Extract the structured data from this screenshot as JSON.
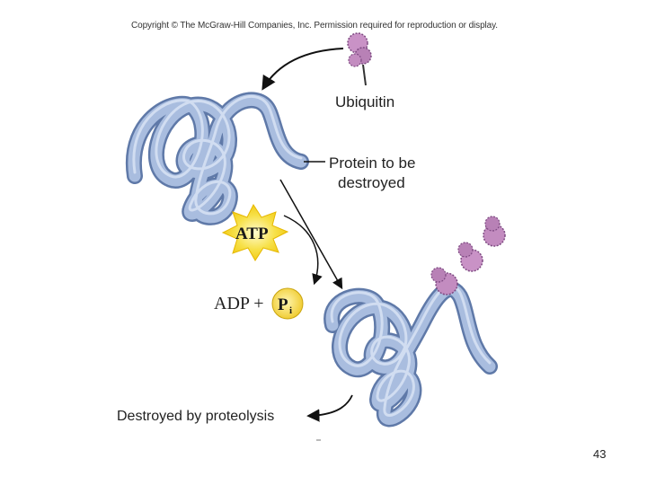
{
  "copyright": "Copyright © The McGraw-Hill Companies, Inc. Permission required for reproduction or display.",
  "labels": {
    "ubiquitin": "Ubiquitin",
    "protein_line1": "Protein to be",
    "protein_line2": "destroyed",
    "atp": "ATP",
    "adp_plus": "ADP  +",
    "pi_main": "P",
    "pi_sub": "i",
    "destroyed": "Destroyed by proteolysis"
  },
  "page_number": "43",
  "colors": {
    "protein_tube": "#9fb4d9",
    "protein_outline": "#5f79a8",
    "ubiquitin": "#b77fb8",
    "atp_burst": "#f7d51c",
    "pi_circle": "#f4d33a"
  }
}
